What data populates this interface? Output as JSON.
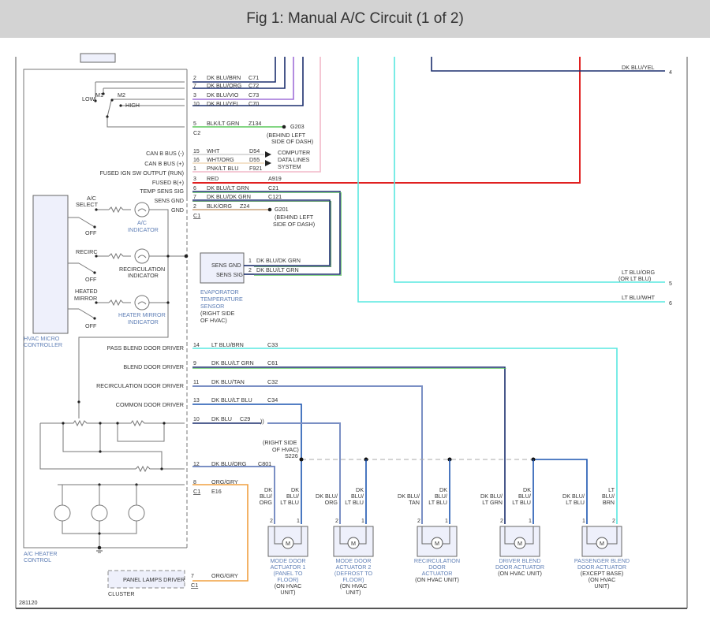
{
  "header": {
    "title": "Fig 1: Manual A/C Circuit (1 of 2)"
  },
  "figure_id": "281120",
  "colors": {
    "dk_blu": "#1c2f6e",
    "dk_blu_stripe": "#7a8fc4",
    "red": "#e02020",
    "lt_blu": "#58e8e0",
    "pink": "#f2b8c8",
    "vio": "#a070d8",
    "orange": "#f0a040",
    "green": "#5ac85a",
    "gray": "#888888",
    "component_fill": "#eef0fb"
  },
  "switch": {
    "low": "LOW",
    "m1": "M1",
    "m2": "M2",
    "high": "HIGH"
  },
  "connector_c2": {
    "label": "C2",
    "pins": [
      {
        "pin": "2",
        "wire": "DK BLU/BRN",
        "circuit": "C71"
      },
      {
        "pin": "7",
        "wire": "DK BLU/ORG",
        "circuit": "C72"
      },
      {
        "pin": "3",
        "wire": "DK BLU/VIO",
        "circuit": "C73"
      },
      {
        "pin": "10",
        "wire": "DK BLU/YEL",
        "circuit": "C70"
      },
      {
        "pin": "5",
        "wire": "BLK/LT GRN",
        "circuit": "Z134"
      }
    ]
  },
  "ground_g203": {
    "id": "G203",
    "loc1": "(BEHIND LEFT",
    "loc2": "SIDE OF DASH)"
  },
  "ground_g201": {
    "id": "G201",
    "loc1": "(BEHIND LEFT",
    "loc2": "SIDE OF DASH)"
  },
  "connector_c1": {
    "label": "C1",
    "pins": [
      {
        "pin": "15",
        "func": "CAN B BUS (-)",
        "wire": "WHT",
        "circuit": "D54"
      },
      {
        "pin": "16",
        "func": "CAN B BUS (+)",
        "wire": "WHT/ORG",
        "circuit": "D55"
      },
      {
        "pin": "1",
        "func": "FUSED IGN SW OUTPUT (RUN)",
        "wire": "PNK/LT BLU",
        "circuit": "F921"
      },
      {
        "pin": "3",
        "func": "FUSED B(+)",
        "wire": "RED",
        "circuit": "A919"
      },
      {
        "pin": "6",
        "func": "TEMP SENS SIG",
        "wire": "DK BLU/LT GRN",
        "circuit": "C21"
      },
      {
        "pin": "7",
        "func": "SENS GND",
        "wire": "DK BLU/DK GRN",
        "circuit": "C121"
      },
      {
        "pin": "2",
        "func": "GND",
        "wire": "BLK/ORG",
        "circuit": "Z24"
      }
    ]
  },
  "data_lines": {
    "l1": "COMPUTER",
    "l2": "DATA LINES",
    "l3": "SYSTEM"
  },
  "indicators": [
    {
      "select": [
        "A/C",
        "SELECT"
      ],
      "off": "OFF",
      "name": [
        "A/C",
        "INDICATOR"
      ]
    },
    {
      "select": [
        "RECIRC"
      ],
      "off": "OFF",
      "name": [
        "RECIRCULATION",
        "INDICATOR"
      ]
    },
    {
      "select": [
        "HEATED",
        "MIRROR"
      ],
      "off": "OFF",
      "name": [
        "HEATER MIRROR",
        "INDICATOR"
      ]
    }
  ],
  "hvac_controller": {
    "l1": "HVAC MICRO",
    "l2": "CONTROLLER"
  },
  "evap_sensor": {
    "pin_gnd": "SENS GND",
    "pin_sig": "SENS SIG",
    "wire1": {
      "pin": "1",
      "wire": "DK BLU/DK GRN"
    },
    "wire2": {
      "pin": "2",
      "wire": "DK BLU/LT GRN"
    },
    "name": [
      "EVAPORATOR",
      "TEMPERATURE",
      "SENSOR"
    ],
    "loc": [
      "(RIGHT SIDE",
      "OF HVAC)"
    ]
  },
  "offpage": [
    {
      "wire": "DK BLU/YEL",
      "ref": "4"
    },
    {
      "wire": "LT BLU/ORG",
      "wire2": "(OR LT BLU)",
      "ref": "5"
    },
    {
      "wire": "LT BLU/WHT",
      "ref": "6"
    }
  ],
  "drivers": [
    {
      "func": "PASS BLEND DOOR DRIVER",
      "pin": "14",
      "wire": "LT BLU/BRN",
      "circuit": "C33"
    },
    {
      "func": "BLEND DOOR DRIVER",
      "pin": "9",
      "wire": "DK BLU/LT GRN",
      "circuit": "C61"
    },
    {
      "func": "RECIRCULATION DOOR DRIVER",
      "pin": "11",
      "wire": "DK BLU/TAN",
      "circuit": "C32"
    },
    {
      "func": "COMMON DOOR DRIVER",
      "pin": "13",
      "wire": "DK BLU/LT BLU",
      "circuit": "C34"
    }
  ],
  "pin10": {
    "pin": "10",
    "wire": "DK BLU",
    "circuit": "C29"
  },
  "pin12": {
    "pin": "12",
    "wire": "DK BLU/ORG",
    "circuit": "C801"
  },
  "pin8": {
    "pin": "8",
    "wire": "ORG/GRY",
    "circuit": "E16",
    "conn": "C1"
  },
  "splice": {
    "loc1": "(RIGHT SIDE",
    "loc2": "OF HVAC)",
    "id": "S226"
  },
  "ac_heater_control": {
    "l1": "A/C HEATER",
    "l2": "CONTROL"
  },
  "cluster": {
    "driver": "PANEL LAMPS DRIVER",
    "pin": "7",
    "wire": "ORG/GRY",
    "conn": "C1",
    "name": "CLUSTER"
  },
  "actuators": [
    {
      "wires": [
        [
          "DK",
          "BLU/",
          "ORG"
        ],
        [
          "DK",
          "BLU/",
          "LT BLU"
        ]
      ],
      "pins": [
        "2",
        "1"
      ],
      "name": [
        "MODE DOOR",
        "ACTUATOR 1",
        "(PANEL TO",
        "FLOOR)"
      ],
      "loc": [
        "(ON HVAC",
        "UNIT)"
      ]
    },
    {
      "wires": [
        [
          "DK BLU/",
          "ORG"
        ],
        [
          "DK",
          "BLU/",
          "LT BLU"
        ]
      ],
      "pins": [
        "2",
        "1"
      ],
      "name": [
        "MODE DOOR",
        "ACTUATOR 2",
        "(DEFROST TO",
        "FLOOR)"
      ],
      "loc": [
        "(ON HVAC",
        "UNIT)"
      ]
    },
    {
      "wires": [
        [
          "DK BLU/",
          "TAN"
        ],
        [
          "DK",
          "BLU/",
          "LT BLU"
        ]
      ],
      "pins": [
        "2",
        "1"
      ],
      "name": [
        "RECIRCULATION",
        "DOOR",
        "ACTUATOR"
      ],
      "loc": [
        "(ON HVAC UNIT)"
      ]
    },
    {
      "wires": [
        [
          "DK BLU/",
          "LT GRN"
        ],
        [
          "DK",
          "BLU/",
          "LT BLU"
        ]
      ],
      "pins": [
        "2",
        "1"
      ],
      "name": [
        "DRIVER BLEND",
        "DOOR ACTUATOR"
      ],
      "loc": [
        "(ON HVAC UNIT)"
      ]
    },
    {
      "wires": [
        [
          "DK BLU/",
          "LT BLU"
        ],
        [
          "LT",
          "BLU/",
          "BRN"
        ]
      ],
      "pins": [
        "1",
        "2"
      ],
      "name": [
        "PASSENGER BLEND",
        "DOOR ACTUATOR"
      ],
      "loc": [
        "(EXCEPT BASE)",
        "(ON HVAC",
        "UNIT)"
      ]
    }
  ],
  "motor_symbol": "M"
}
